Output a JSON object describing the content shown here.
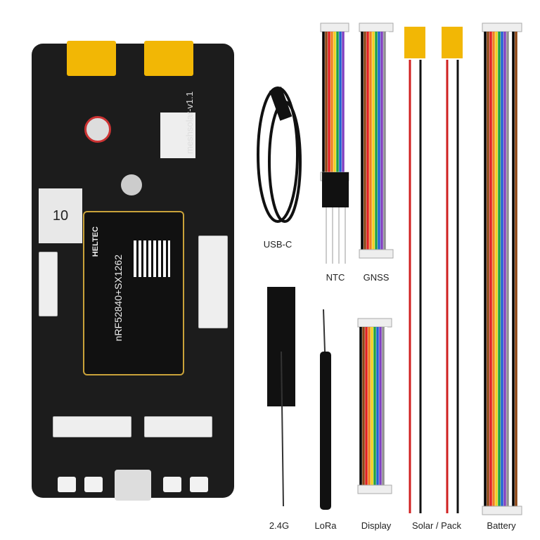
{
  "board": {
    "name_silk": "meshsolar-v1.1",
    "module_title": "nRF52840+SX1262",
    "module_brand": "HELTEC",
    "sticker_number": "10",
    "color": "#1c1c1c",
    "connector_color": "#f2b705"
  },
  "accessories": [
    {
      "id": "usb-c",
      "label": "USB-C"
    },
    {
      "id": "ntc",
      "label": "NTC"
    },
    {
      "id": "gnss",
      "label": "GNSS"
    },
    {
      "id": "antenna-2g4",
      "label": "2.4G"
    },
    {
      "id": "lora",
      "label": "LoRa"
    },
    {
      "id": "display",
      "label": "Display"
    },
    {
      "id": "solar-pack",
      "label": "Solar / Pack"
    },
    {
      "id": "battery",
      "label": "Battery"
    }
  ],
  "wire_colors": [
    "#000000",
    "#8b4513",
    "#e02020",
    "#f08020",
    "#f0d020",
    "#20a040",
    "#2060d0",
    "#8040c0",
    "#909090",
    "#ffffff"
  ]
}
